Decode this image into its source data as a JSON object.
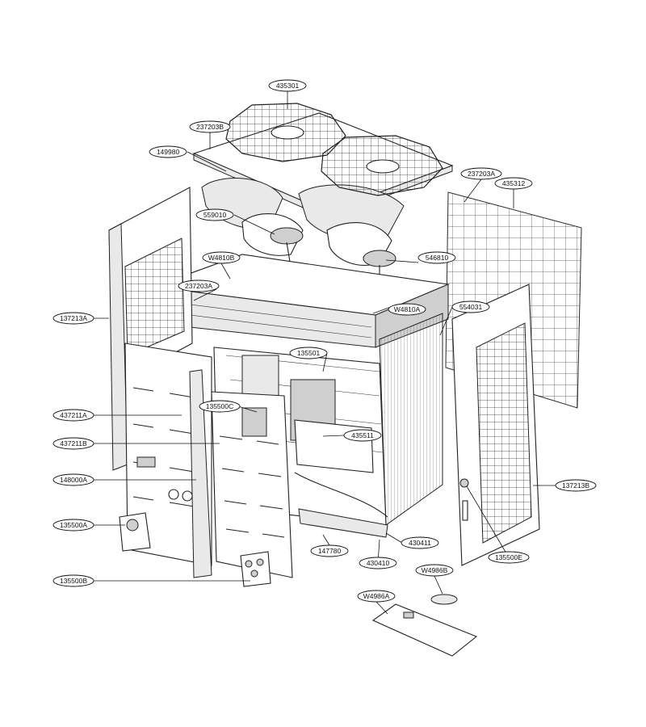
{
  "parts": [
    {
      "id": "435301"
    },
    {
      "id": "237203B"
    },
    {
      "id": "149980"
    },
    {
      "id": "237203A"
    },
    {
      "id": "435312"
    },
    {
      "id": "559010"
    },
    {
      "id": "546810"
    },
    {
      "id": "W4810B"
    },
    {
      "id": "237203A"
    },
    {
      "id": "W4810A"
    },
    {
      "id": "554031"
    },
    {
      "id": "137213A"
    },
    {
      "id": "135501"
    },
    {
      "id": "437211A"
    },
    {
      "id": "135500C"
    },
    {
      "id": "435511"
    },
    {
      "id": "437211B"
    },
    {
      "id": "148000A"
    },
    {
      "id": "137213B"
    },
    {
      "id": "135500A"
    },
    {
      "id": "430411"
    },
    {
      "id": "147780"
    },
    {
      "id": "135500E"
    },
    {
      "id": "430410"
    },
    {
      "id": "W4986B"
    },
    {
      "id": "135500B"
    },
    {
      "id": "W4986A"
    }
  ]
}
